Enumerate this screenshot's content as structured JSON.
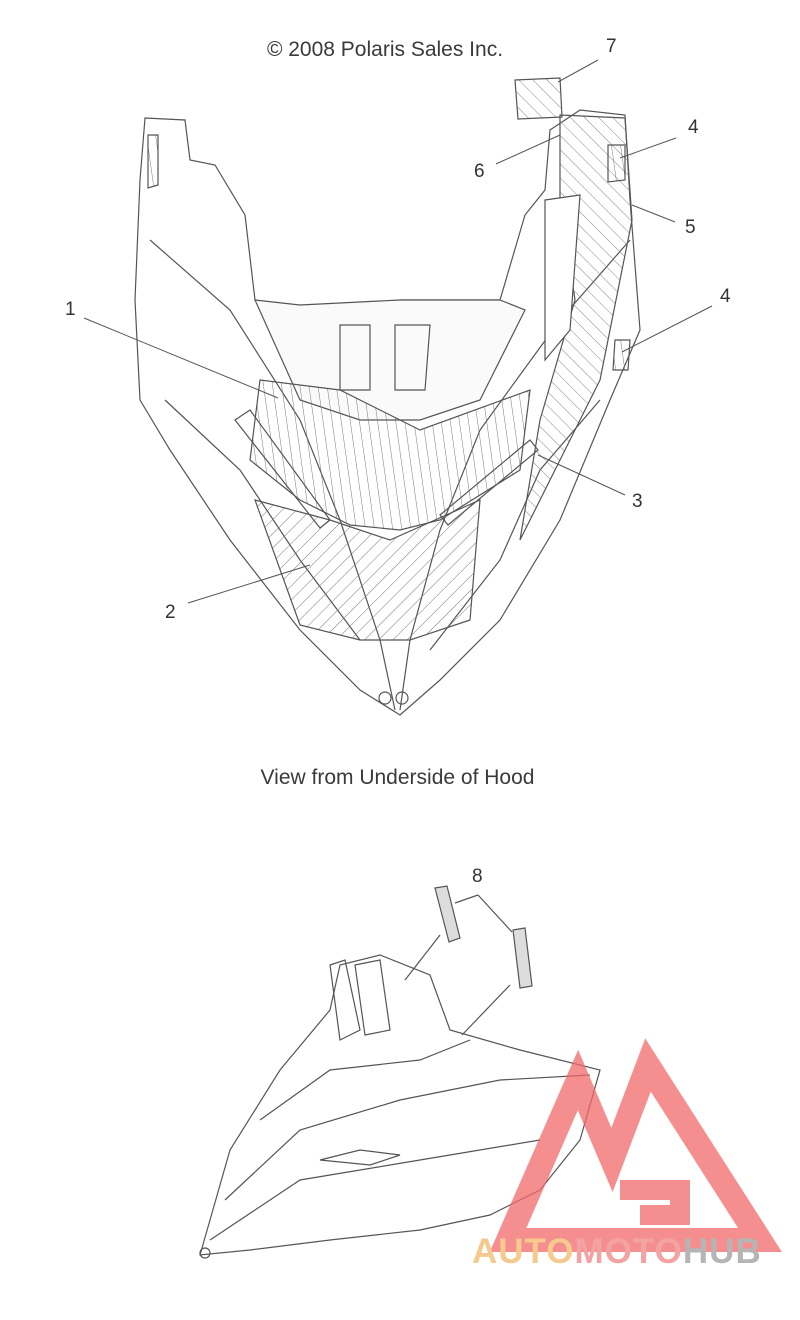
{
  "copyright": "© 2008 Polaris Sales Inc.",
  "caption": "View from Underside of Hood",
  "callouts": {
    "c1": "1",
    "c2": "2",
    "c3": "3",
    "c4a": "4",
    "c4b": "4",
    "c5": "5",
    "c6": "6",
    "c7": "7",
    "c8": "8"
  },
  "logo": {
    "part1": "AUTO",
    "part2": "MOTO",
    "part3": "HUB",
    "colors": {
      "auto": "#f6c98e",
      "moto": "#f4a3a3",
      "hub": "#b5b5b5",
      "triangle": "#f26a6a"
    }
  }
}
